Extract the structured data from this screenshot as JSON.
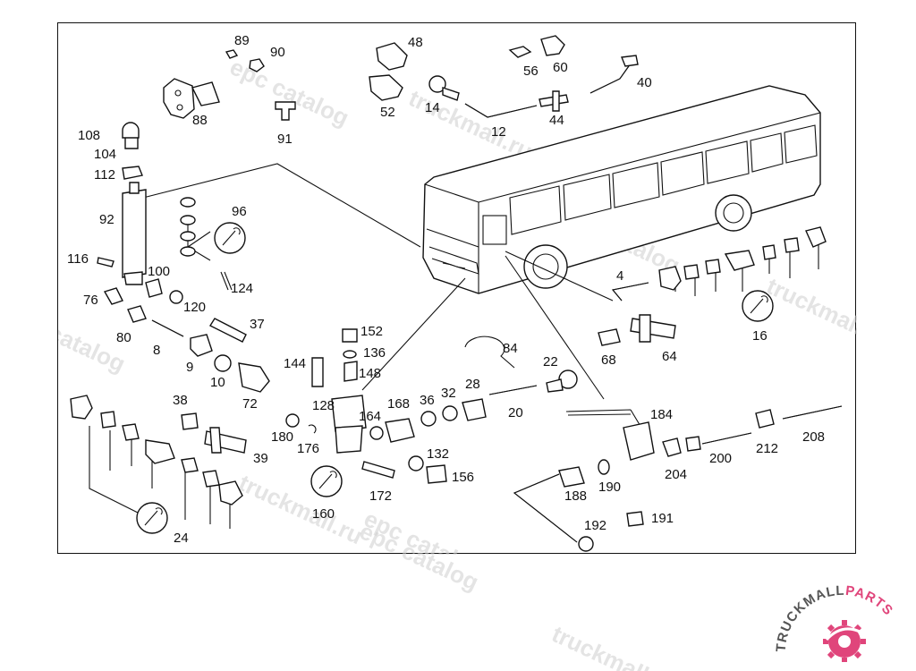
{
  "watermark": {
    "text_ru": "truckmall.ru",
    "text_epc": "epc catalog"
  },
  "logo": {
    "text_main": "TRUCKMALL",
    "text_accent": "PARTS",
    "accent_color": "#e0457b",
    "main_color": "#555555"
  },
  "callouts": [
    "89",
    "90",
    "48",
    "56",
    "60",
    "40",
    "88",
    "91",
    "14",
    "52",
    "12",
    "44",
    "108",
    "104",
    "112",
    "92",
    "96",
    "116",
    "100",
    "120",
    "76",
    "124",
    "80",
    "37",
    "8",
    "9",
    "10",
    "72",
    "152",
    "136",
    "144",
    "148",
    "84",
    "22",
    "4",
    "68",
    "64",
    "16",
    "38",
    "128",
    "164",
    "168",
    "36",
    "32",
    "28",
    "20",
    "180",
    "176",
    "39",
    "132",
    "156",
    "184",
    "24",
    "160",
    "172",
    "188",
    "190",
    "204",
    "200",
    "212",
    "208",
    "192",
    "191"
  ]
}
